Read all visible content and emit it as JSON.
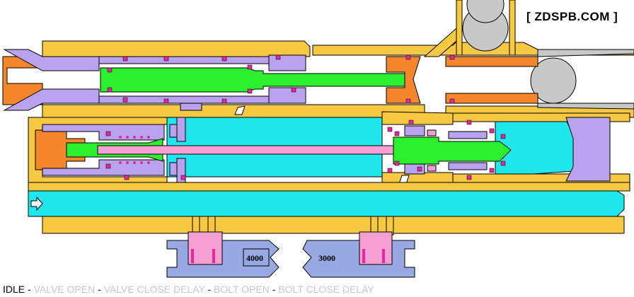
{
  "brand": "[ ZDSPB.COM ]",
  "gauges": [
    {
      "value": "4000"
    },
    {
      "value": "3000"
    }
  ],
  "states": [
    "IDLE",
    "VALVE OPEN",
    "VALVE CLOSE DELAY",
    "BOLT OPEN",
    "BOLT CLOSE DELAY"
  ],
  "separator": " - ",
  "active_state": "IDLE",
  "colors": {
    "body": "#f7c842",
    "lavender": "#b9a3ef",
    "orange": "#f5862c",
    "green": "#2bf02e",
    "cyan": "#1fe8ec",
    "pink": "#f59fd3",
    "magenta": "#e2289f",
    "gauge": "#98a8e3",
    "ball": "#c8c8c8",
    "inactive_text": "#c7c7c7"
  }
}
